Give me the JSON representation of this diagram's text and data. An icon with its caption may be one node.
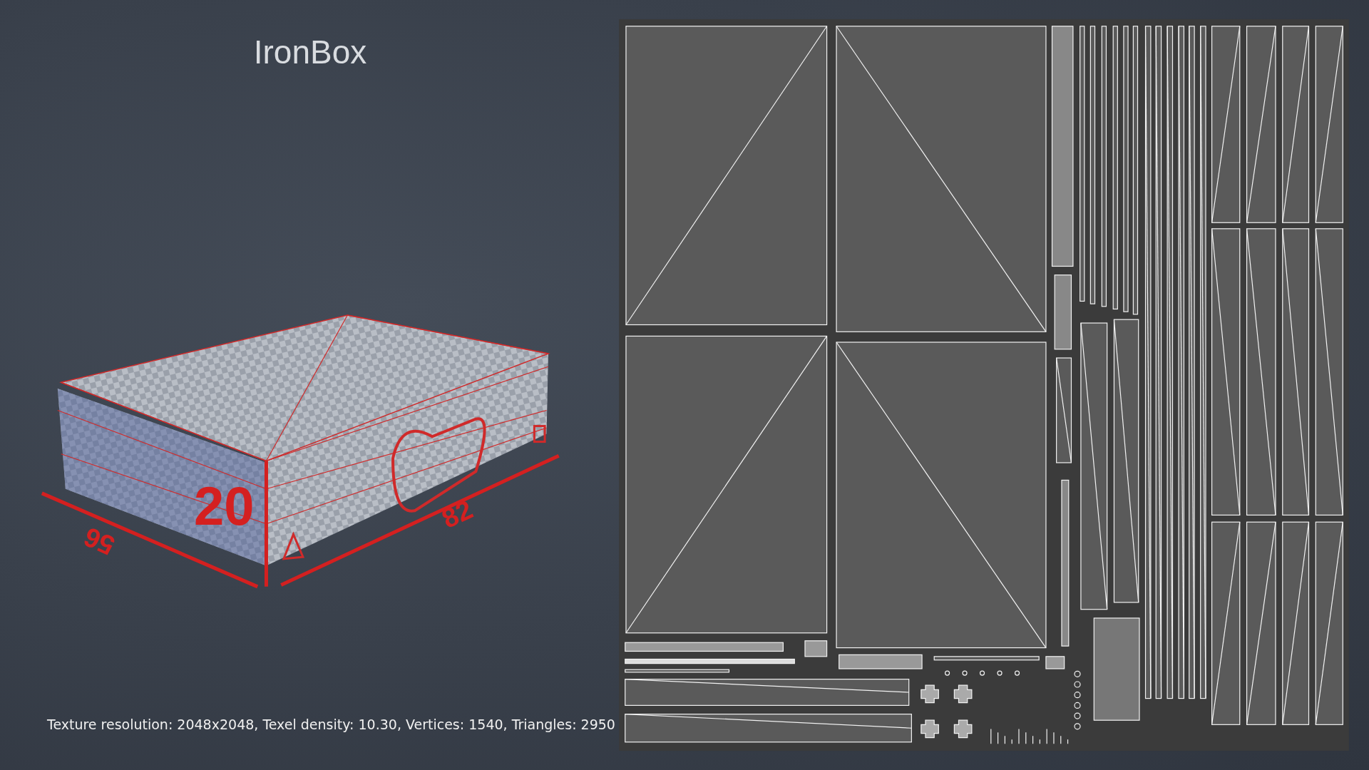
{
  "diagram": {
    "title": "IronBox",
    "caption": "Texture resolution: 2048x2048, Texel density: 10.30, Vertices: 1540, Triangles: 2950",
    "labels": [
      "20",
      "56",
      "82"
    ]
  }
}
